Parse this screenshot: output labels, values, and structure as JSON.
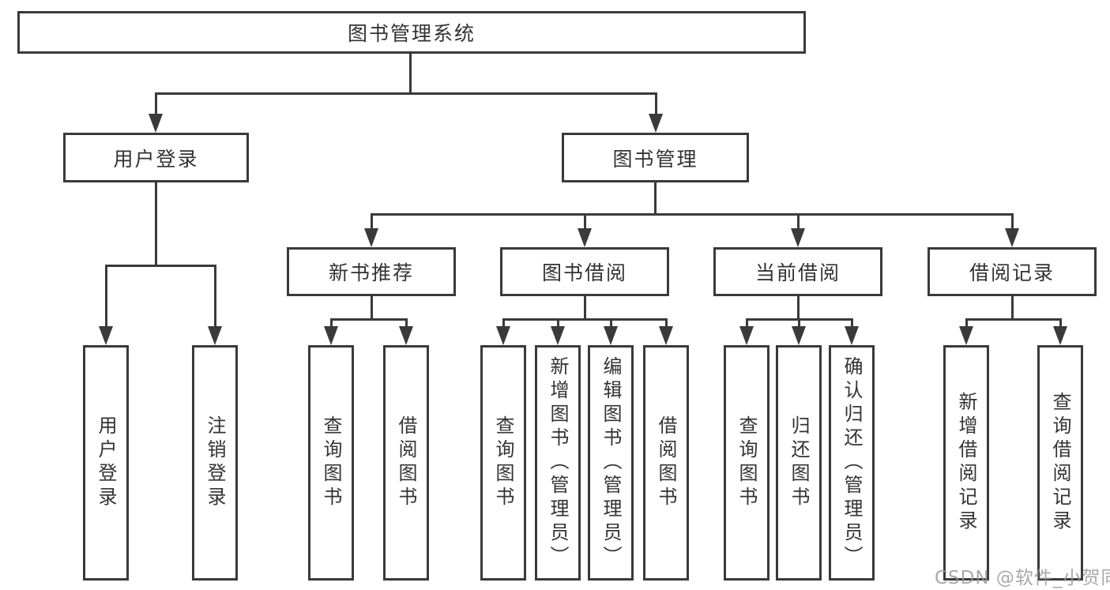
{
  "watermark": "CSDN @软件_小贺同学",
  "colors": {
    "line": "#3a3a3a",
    "text": "#333333",
    "background": "#ffffff",
    "watermark": "#969696"
  },
  "tree": {
    "root": {
      "label": "图书管理系统"
    },
    "children": [
      {
        "label": "用户登录",
        "children": [
          {
            "label": "用户登录"
          },
          {
            "label": "注销登录"
          }
        ]
      },
      {
        "label": "图书管理",
        "children": [
          {
            "label": "新书推荐",
            "children": [
              {
                "label": "查询图书"
              },
              {
                "label": "借阅图书"
              }
            ]
          },
          {
            "label": "图书借阅",
            "children": [
              {
                "label": "查询图书"
              },
              {
                "label": "新增图书（管理员）"
              },
              {
                "label": "编辑图书（管理员）"
              },
              {
                "label": "借阅图书"
              }
            ]
          },
          {
            "label": "当前借阅",
            "children": [
              {
                "label": "查询图书"
              },
              {
                "label": "归还图书"
              },
              {
                "label": "确认归还（管理员）"
              }
            ]
          },
          {
            "label": "借阅记录",
            "children": [
              {
                "label": "新增借阅记录"
              },
              {
                "label": "查询借阅记录"
              }
            ]
          }
        ]
      }
    ]
  }
}
